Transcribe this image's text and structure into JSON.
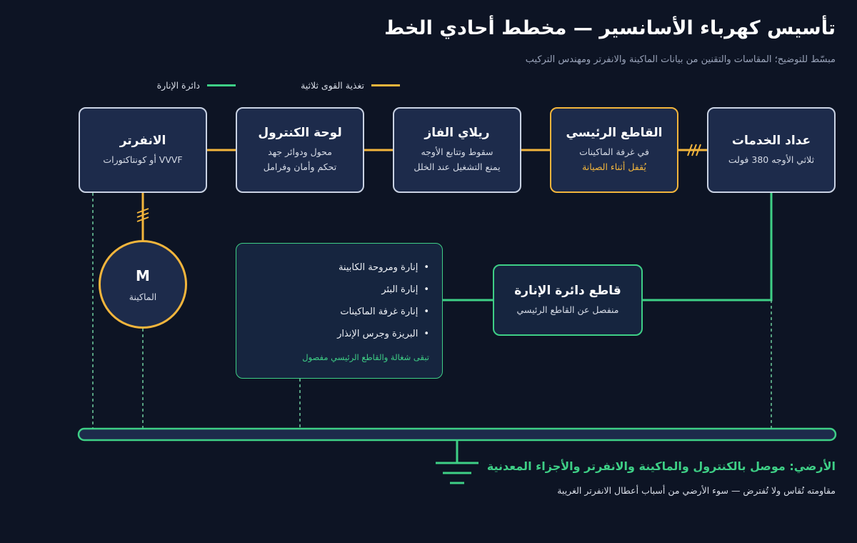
{
  "header": {
    "title": "تأسيس كهرباء الأسانسير — مخطط أحادي الخط",
    "subtitle": "مبسّط للتوضيح؛ المقاسات والتقنين من بيانات الماكينة والانفرتر ومهندس التركيب"
  },
  "legend": {
    "three_phase": {
      "label": "تغذية القوى ثلاثية",
      "color": "#f2b53c"
    },
    "lighting": {
      "label": "دائرة الإنارة",
      "color": "#3ecf86"
    }
  },
  "blocks": {
    "meter": {
      "title": "عداد الخدمات",
      "lines": [
        "ثلاثي الأوجه 380 فولت"
      ]
    },
    "main_breaker": {
      "title": "القاطع الرئيسي",
      "lines": [
        "في غرفة الماكينات"
      ],
      "note": "يُقفل أثناء الصيانة"
    },
    "phase_relay": {
      "title": "ريلاي الفاز",
      "lines": [
        "سقوط وتتابع الأوجه",
        "يمنع التشغيل عند الخلل"
      ]
    },
    "control_panel": {
      "title": "لوحة الكنترول",
      "lines": [
        "محول ودوائر جهد",
        "تحكم وأمان وفرامل"
      ]
    },
    "inverter": {
      "title": "الانفرتر",
      "lines": [
        "VVVF أو كونتاكتورات"
      ]
    },
    "motor": {
      "letter": "M",
      "label": "الماكينة"
    },
    "lighting_breaker": {
      "title": "قاطع دائرة الإنارة",
      "lines": [
        "منفصل عن القاطع الرئيسي"
      ]
    }
  },
  "lighting_loads": {
    "items": [
      "إنارة ومروحة الكابينة",
      "إنارة البئر",
      "إنارة غرفة الماكينات",
      "البريزة وجرس الإنذار"
    ],
    "note": "تبقى شغالة والقاطع الرئيسي مفصول"
  },
  "earth": {
    "title": "الأرضي: موصل بالكنترول والماكينة والانفرتر والأجزاء المعدنية",
    "note": "مقاومته تُقاس ولا تُفترض — سوء الأرضي من أسباب أعطال الانفرتر الغريبة"
  },
  "colors": {
    "background": "#0d1424",
    "box_fill": "#1d2b4b",
    "box_border": "#c9d2e3",
    "power": "#f2b53c",
    "lighting": "#3ecf86",
    "earth_dashed": "#6fcf9f"
  }
}
